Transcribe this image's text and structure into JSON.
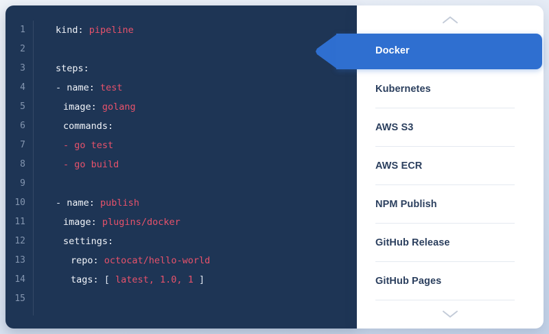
{
  "editor": {
    "name": "yaml-pipeline-editor",
    "language": "yaml",
    "gutter_line_numbers": [
      1,
      2,
      3,
      4,
      5,
      6,
      7,
      8,
      9,
      10,
      11,
      12,
      13,
      14,
      15
    ],
    "lines": [
      {
        "n": 1,
        "indent": 0,
        "tokens": [
          {
            "t": "kind:",
            "c": "key"
          },
          {
            "t": " ",
            "c": "pun"
          },
          {
            "t": "pipeline",
            "c": "val"
          }
        ]
      },
      {
        "n": 2,
        "indent": 0,
        "tokens": []
      },
      {
        "n": 3,
        "indent": 0,
        "tokens": [
          {
            "t": "steps:",
            "c": "key"
          }
        ]
      },
      {
        "n": 4,
        "indent": 0,
        "tokens": [
          {
            "t": "- ",
            "c": "pun"
          },
          {
            "t": "name:",
            "c": "key"
          },
          {
            "t": " ",
            "c": "pun"
          },
          {
            "t": "test",
            "c": "val"
          }
        ]
      },
      {
        "n": 5,
        "indent": 1,
        "tokens": [
          {
            "t": "image:",
            "c": "key"
          },
          {
            "t": " ",
            "c": "pun"
          },
          {
            "t": "golang",
            "c": "val"
          }
        ]
      },
      {
        "n": 6,
        "indent": 1,
        "tokens": [
          {
            "t": "commands:",
            "c": "key"
          }
        ]
      },
      {
        "n": 7,
        "indent": 1,
        "tokens": [
          {
            "t": "- go test",
            "c": "val"
          }
        ]
      },
      {
        "n": 8,
        "indent": 1,
        "tokens": [
          {
            "t": "- go build",
            "c": "val"
          }
        ]
      },
      {
        "n": 9,
        "indent": 0,
        "tokens": []
      },
      {
        "n": 10,
        "indent": 0,
        "tokens": [
          {
            "t": "- ",
            "c": "pun"
          },
          {
            "t": "name:",
            "c": "key"
          },
          {
            "t": " ",
            "c": "pun"
          },
          {
            "t": "publish",
            "c": "val"
          }
        ]
      },
      {
        "n": 11,
        "indent": 1,
        "tokens": [
          {
            "t": "image:",
            "c": "key"
          },
          {
            "t": " ",
            "c": "pun"
          },
          {
            "t": "plugins/docker",
            "c": "val"
          }
        ]
      },
      {
        "n": 12,
        "indent": 1,
        "tokens": [
          {
            "t": "settings:",
            "c": "key"
          }
        ]
      },
      {
        "n": 13,
        "indent": 2,
        "tokens": [
          {
            "t": "repo:",
            "c": "key"
          },
          {
            "t": " ",
            "c": "pun"
          },
          {
            "t": "octocat/hello-world",
            "c": "val"
          }
        ]
      },
      {
        "n": 14,
        "indent": 2,
        "tokens": [
          {
            "t": "tags:",
            "c": "key"
          },
          {
            "t": " [ ",
            "c": "pun"
          },
          {
            "t": "latest, 1.0, 1",
            "c": "val"
          },
          {
            "t": " ]",
            "c": "pun"
          }
        ]
      },
      {
        "n": 15,
        "indent": 0,
        "tokens": []
      }
    ]
  },
  "plugin_panel": {
    "scroll_up_icon": "chevron-up-icon",
    "scroll_down_icon": "chevron-down-icon",
    "items": [
      {
        "label": "Docker",
        "selected": true
      },
      {
        "label": "Kubernetes",
        "selected": false
      },
      {
        "label": "AWS S3",
        "selected": false
      },
      {
        "label": "AWS ECR",
        "selected": false
      },
      {
        "label": "NPM Publish",
        "selected": false
      },
      {
        "label": "GitHub Release",
        "selected": false
      },
      {
        "label": "GitHub Pages",
        "selected": false
      }
    ]
  },
  "colors": {
    "editor_background": "#1e3555",
    "code_value": "#e8526b",
    "code_key": "#f2f5fa",
    "line_number": "#8496b0",
    "panel_background": "#ffffff",
    "selection_blue": "#2f6fd0",
    "item_label": "#2b3f5e",
    "divider": "#e4e9f0",
    "page_background": "#e3eaf5"
  }
}
